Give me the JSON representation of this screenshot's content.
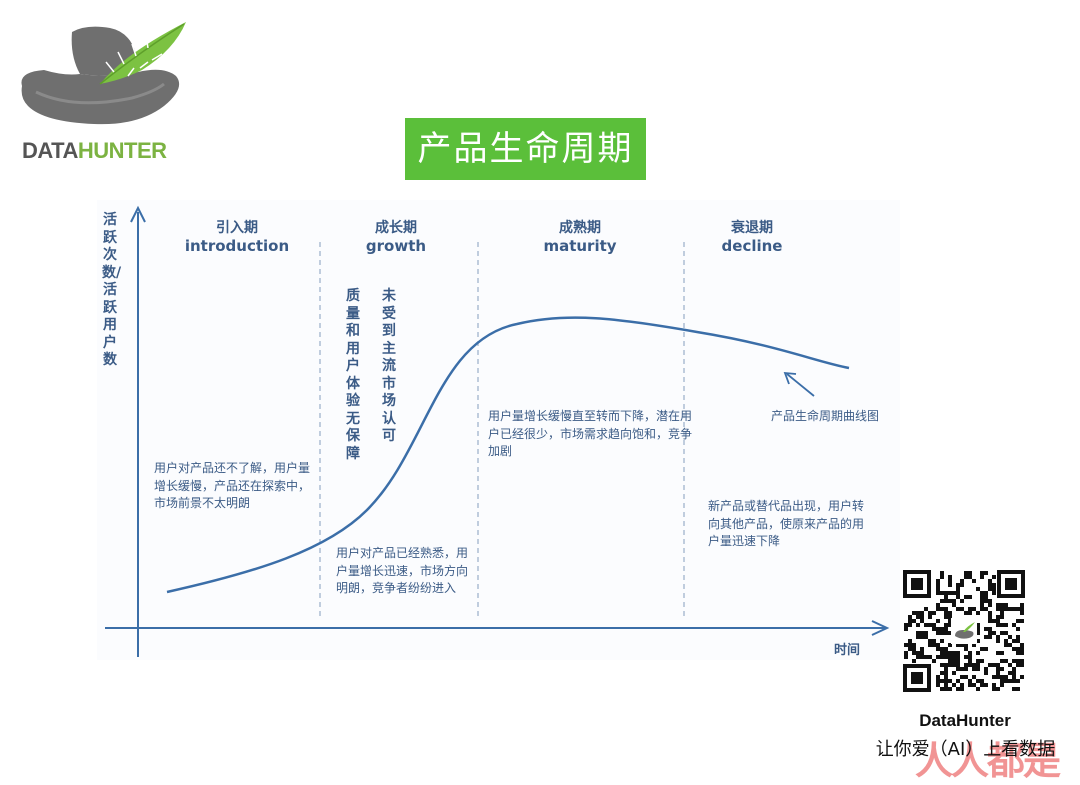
{
  "logo": {
    "wordmark_part1": "DATA",
    "wordmark_part2": "HUNTER",
    "colors": {
      "hat": "#6f6f6f",
      "feather": "#7cc242",
      "accent": "#7cb342"
    }
  },
  "title": "产品生命周期",
  "title_bg": "#5bbf3a",
  "diagram": {
    "y_axis_label": "活跃次数/活跃用户数",
    "x_axis_label": "时间",
    "phases": [
      {
        "cn": "引入期",
        "en": "introduction"
      },
      {
        "cn": "成长期",
        "en": "growth"
      },
      {
        "cn": "成熟期",
        "en": "maturity"
      },
      {
        "cn": "衰退期",
        "en": "decline"
      }
    ],
    "growth_notes": {
      "col1": "质量和用户体验无保障",
      "col2": "未受到主流市场认可"
    },
    "descriptions": {
      "introduction": "用户对产品还不了解，用户量增长缓慢，产品还在探索中，市场前景不太明朗",
      "growth": "用户对产品已经熟悉，用户量增长迅速，市场方向明朗，竞争者纷纷进入",
      "maturity": "用户量增长缓慢直至转而下降，潜在用户已经很少，市场需求趋向饱和，竞争加剧",
      "decline": "新产品或替代品出现，用户转向其他产品，使原来产品的用户量迅速下降"
    },
    "curve_label": "产品生命周期曲线图",
    "colors": {
      "curve": "#3b6ea8",
      "axis": "#3b6ea8",
      "text": "#3b5b86",
      "divider": "#9aaec8"
    }
  },
  "footer": {
    "qr_icon": "qr-code-icon",
    "brand": "DataHunter",
    "slogan": "让你爱（AI）上看数据",
    "watermark": "人人都是"
  }
}
